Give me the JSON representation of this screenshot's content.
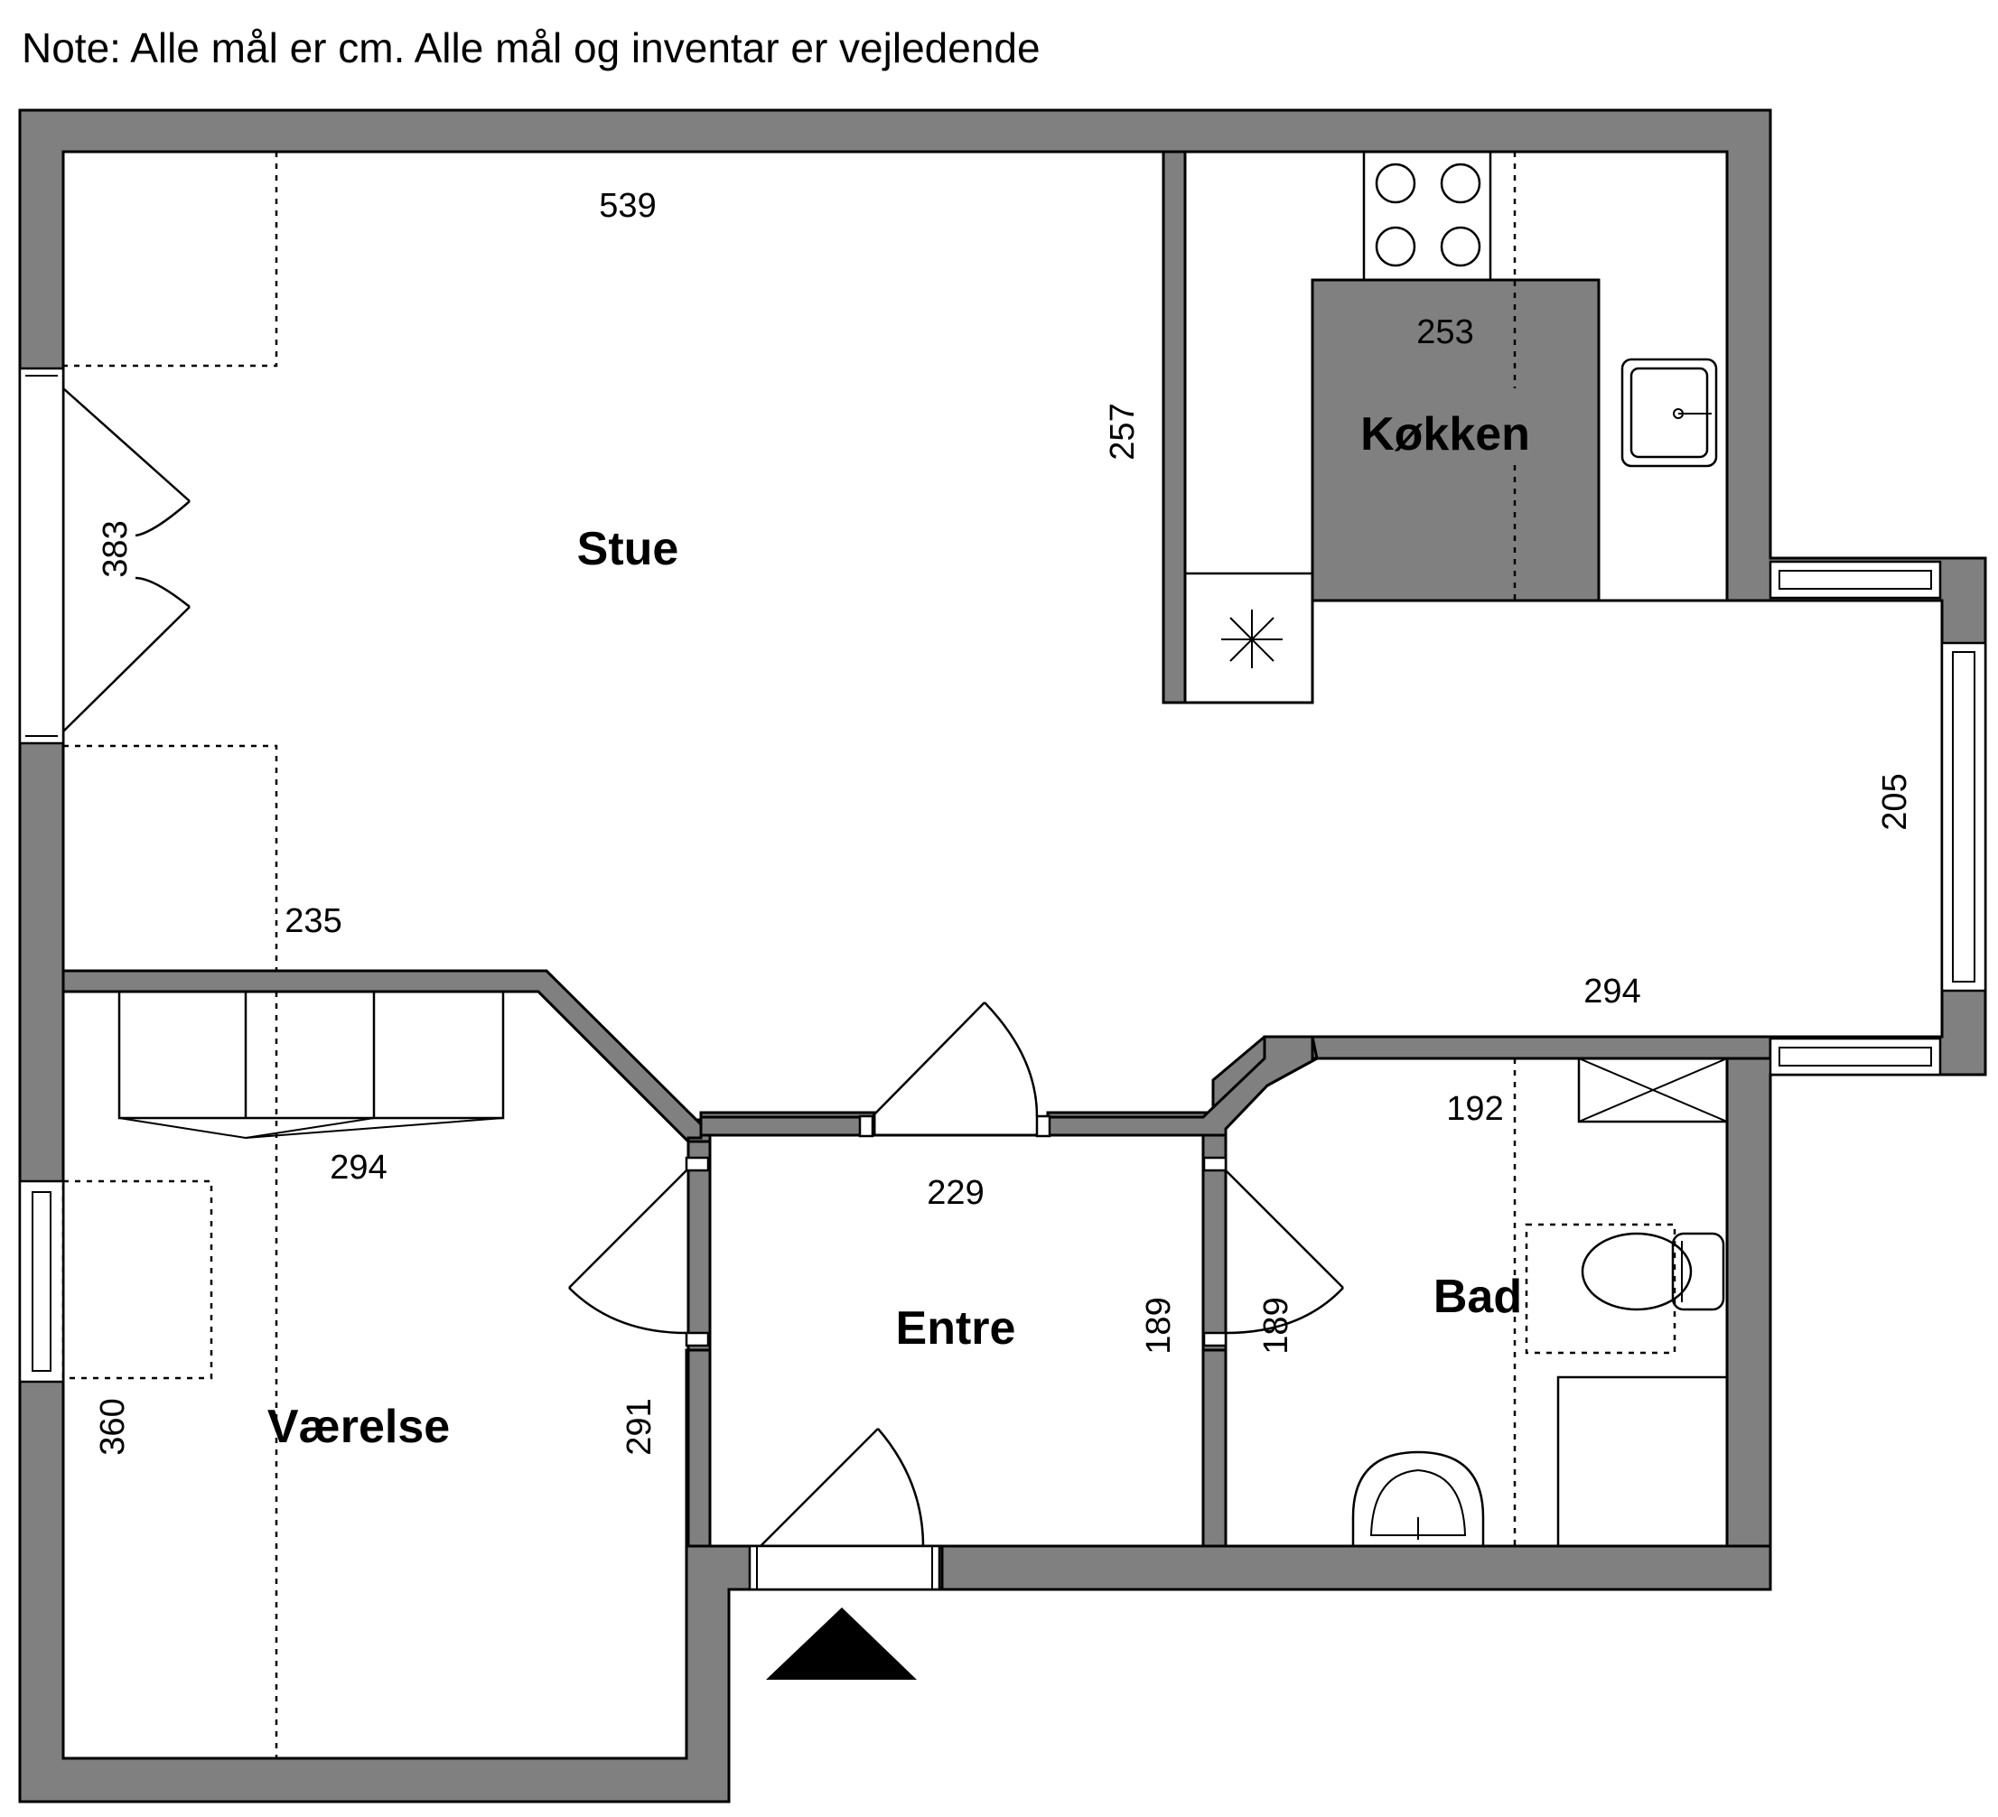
{
  "note": "Note: Alle mål er cm. Alle mål og inventar er vejledende",
  "rooms": {
    "stue": "Stue",
    "kokken": "Køkken",
    "vaerelse": "Værelse",
    "entre": "Entre",
    "bad": "Bad"
  },
  "dimensions": {
    "stue_width": "539",
    "stue_depth": "383",
    "stue_lower": "235",
    "kitchen_width": "253",
    "kitchen_depth": "257",
    "east_depth": "205",
    "east_width": "294",
    "bedroom_width": "294",
    "bedroom_depth": "360",
    "bedroom_depth2": "291",
    "entre_width": "229",
    "entre_depth": "189",
    "bath_depth": "189",
    "bath_width": "192"
  }
}
